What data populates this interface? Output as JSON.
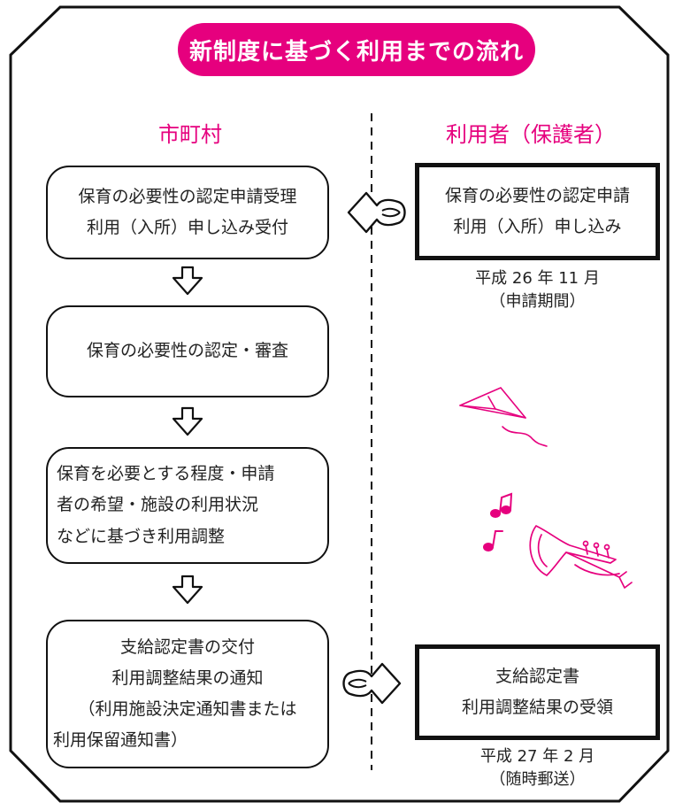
{
  "title": "新制度に基づく利用までの流れ",
  "columns": {
    "left": "市町村",
    "right": "利用者（保護者）"
  },
  "colors": {
    "accent": "#e6007e",
    "frame": "#111111",
    "sketch": "#e6007e"
  },
  "municipality_steps": [
    {
      "lines": [
        "保育の必要性の認定申請受理",
        "利用（入所）申し込み受付"
      ]
    },
    {
      "lines": [
        "保育の必要性の認定・審査"
      ]
    },
    {
      "lines": [
        "保育を必要とする程度・申請",
        "者の希望・施設の利用状況",
        "などに基づき利用調整"
      ]
    },
    {
      "lines": [
        "支給認定書の交付",
        "利用調整結果の通知",
        "（利用施設決定通知書または",
        "利用保留通知書）"
      ]
    }
  ],
  "user_steps": [
    {
      "lines": [
        "保育の必要性の認定申請",
        "利用（入所）申し込み"
      ],
      "date": "平成 26 年 11 月",
      "date_note": "（申請期間）"
    },
    {
      "lines": [
        "支給認定書",
        "利用調整結果の受領"
      ],
      "date": "平成 27 年 2 月",
      "date_note": "（随時郵送）"
    }
  ],
  "icons": [
    "down-arrow-icon",
    "left-arrow-icon",
    "right-arrow-icon",
    "paper-plane-icon",
    "music-notes-icon",
    "trumpet-icon"
  ]
}
